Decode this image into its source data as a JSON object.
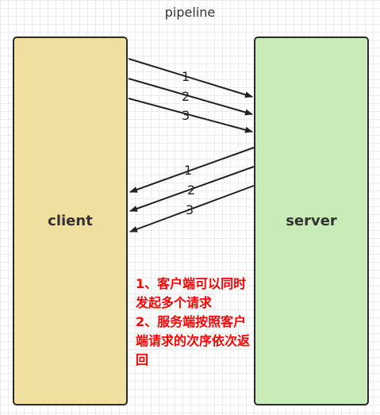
{
  "title": "pipeline",
  "client_label": "client",
  "server_label": "server",
  "requests": [
    "1",
    "2",
    "3"
  ],
  "responses": [
    "1",
    "2",
    "3"
  ],
  "note": {
    "line1": "1、客户端可以同时发起多个请求",
    "line2": "2、服务端按照客户端请求的次序依次返回"
  },
  "colors": {
    "client_fill": "#efe0a0",
    "server_fill": "#c9ebb7",
    "note_text": "#ff0000"
  }
}
